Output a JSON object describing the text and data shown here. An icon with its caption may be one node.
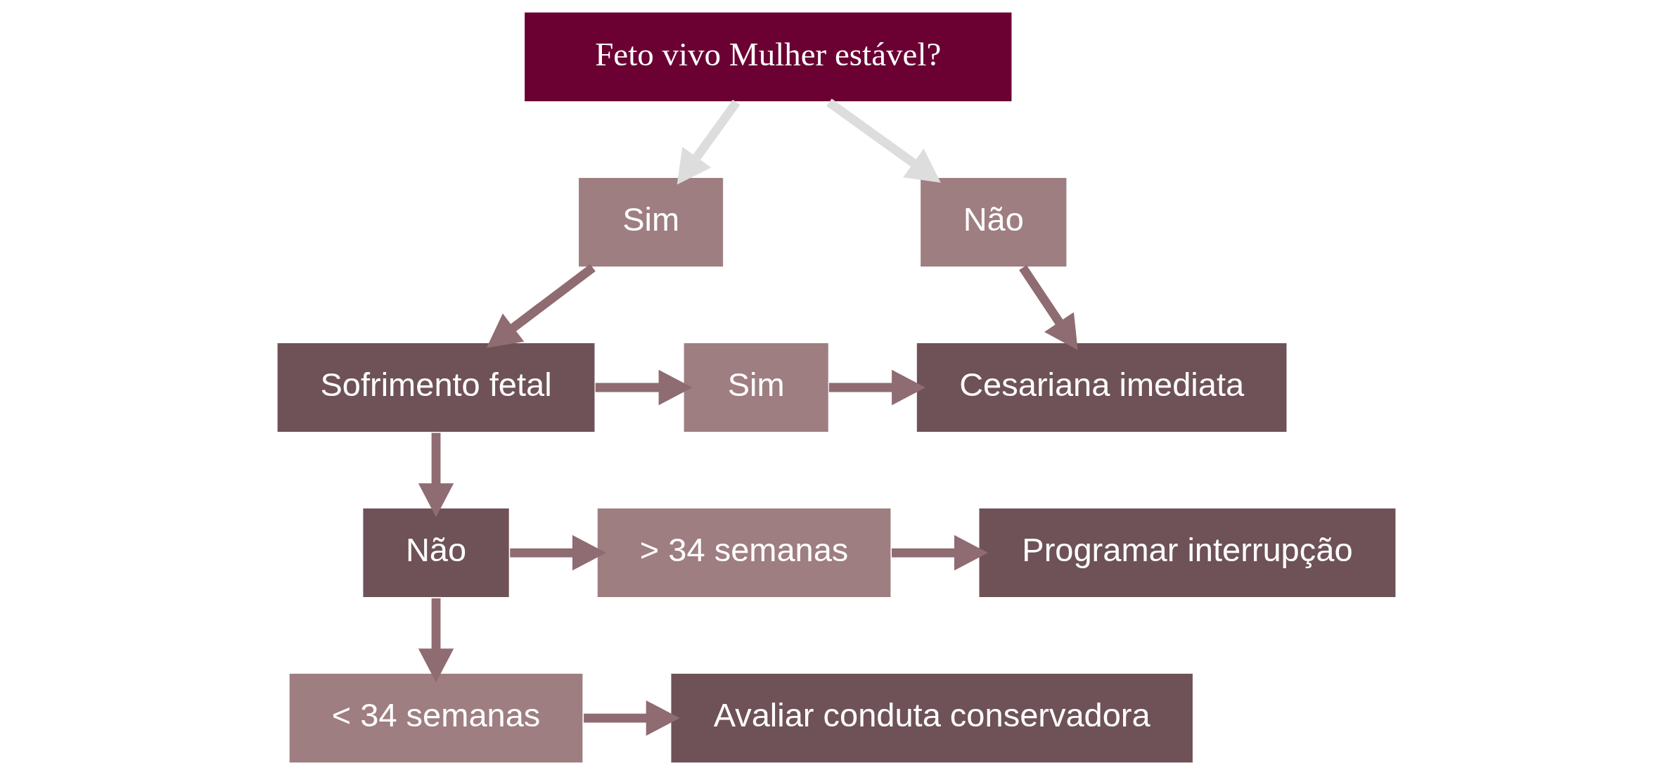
{
  "diagram": {
    "nodes": [
      {
        "text": [
          "Feto vivo Mulher estável?"
        ]
      },
      {
        "text": [
          "Sim"
        ]
      },
      {
        "text": [
          "Não"
        ]
      },
      {
        "text": [
          "Sofrimento fetal"
        ]
      },
      {
        "text": [
          "Sim"
        ]
      },
      {
        "text": [
          "Cesariana imediata"
        ]
      },
      {
        "text": [
          "Não"
        ]
      },
      {
        "text": [
          "> 34 semanas"
        ]
      },
      {
        "text": [
          "Programar interrupção"
        ]
      },
      {
        "text": [
          "< 34 semanas"
        ]
      },
      {
        "text": [
          "Avaliar conduta conservadora"
        ]
      }
    ],
    "edges": [
      {
        "from": 0,
        "to": 1,
        "arrow": "to",
        "color": "#dddddd"
      },
      {
        "from": 0,
        "to": 2,
        "arrow": "to",
        "color": "#dddddd"
      },
      {
        "from": 1,
        "to": 3,
        "arrow": "to"
      },
      {
        "from": 2,
        "to": 5,
        "arrow": "to"
      },
      {
        "from": 3,
        "to": 4,
        "arrow": "to"
      },
      {
        "from": 4,
        "to": 5,
        "arrow": "to"
      },
      {
        "from": 3,
        "to": 6,
        "arrow": "to"
      },
      {
        "from": 6,
        "to": 7,
        "arrow": "to"
      },
      {
        "from": 6,
        "to": 9,
        "arrow": "to"
      },
      {
        "from": 7,
        "to": 8,
        "arrow": "to"
      },
      {
        "from": 9,
        "to": 10,
        "arrow": "to"
      }
    ]
  }
}
